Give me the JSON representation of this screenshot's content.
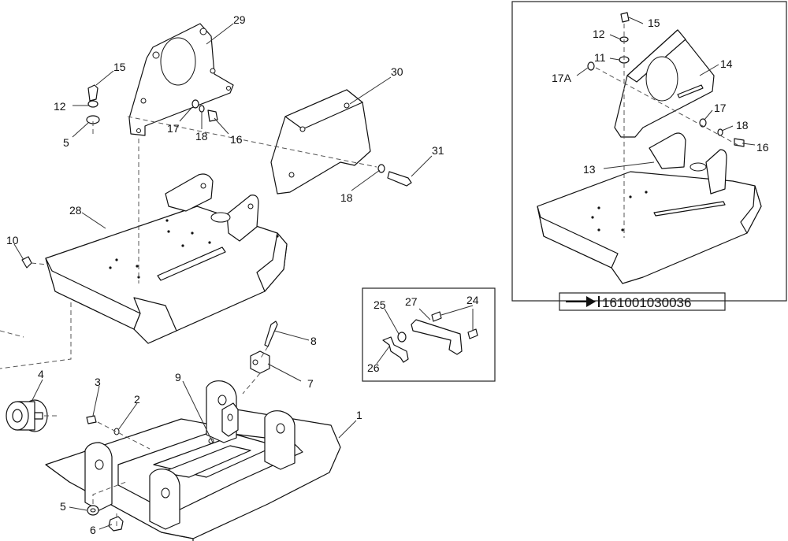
{
  "diagram": {
    "callouts": {
      "c1": "1",
      "c2": "2",
      "c3": "3",
      "c4": "4",
      "c5a": "5",
      "c5b": "5",
      "c6": "6",
      "c7": "7",
      "c8": "8",
      "c9": "9",
      "c10": "10",
      "c11": "11",
      "c12a": "12",
      "c12b": "12",
      "c13": "13",
      "c14": "14",
      "c15a": "15",
      "c15b": "15",
      "c16a": "16",
      "c16b": "16",
      "c17a": "17",
      "c17b": "17",
      "c17A": "17A",
      "c18a": "18",
      "c18b": "18",
      "c18c": "18",
      "c24": "24",
      "c25": "25",
      "c26": "26",
      "c27": "27",
      "c28": "28",
      "c29": "29",
      "c30": "30",
      "c31": "31"
    },
    "reference": {
      "part_number": "161001030036"
    }
  }
}
